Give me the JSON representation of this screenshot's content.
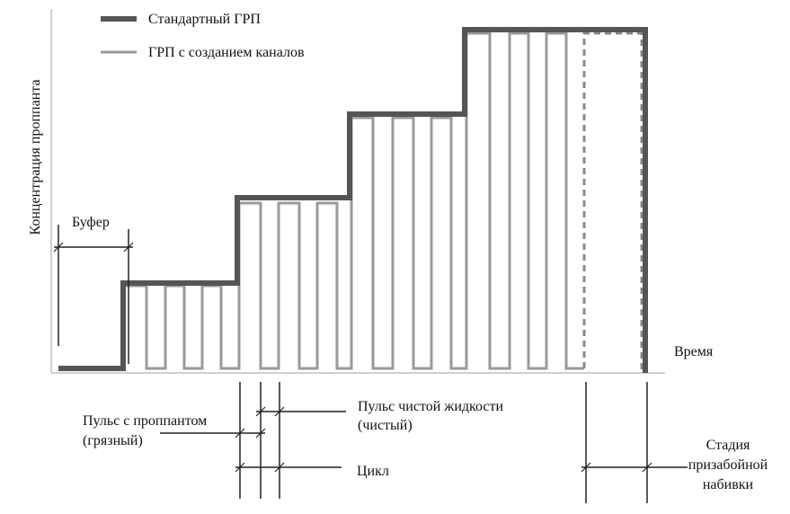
{
  "legend": {
    "standard": "Стандартный ГРП",
    "channel": "ГРП с созданием каналов"
  },
  "axes": {
    "y_label": "Концентрация проппанта",
    "x_label": "Время"
  },
  "annotations": {
    "buffer": "Буфер",
    "proppant_pulse_line1": "Пульс с проппантом",
    "proppant_pulse_line2": "(грязный)",
    "clean_pulse_line1": "Пульс чистой жидкости",
    "clean_pulse_line2": "(чистый)",
    "cycle": "Цикл",
    "stage_line1": "Стадия",
    "stage_line2": "призабойной",
    "stage_line3": "набивки"
  },
  "colors": {
    "standard": "#555555",
    "channel": "#9a9a9a",
    "axis": "#c8c8c8",
    "annot": "#222222"
  }
}
